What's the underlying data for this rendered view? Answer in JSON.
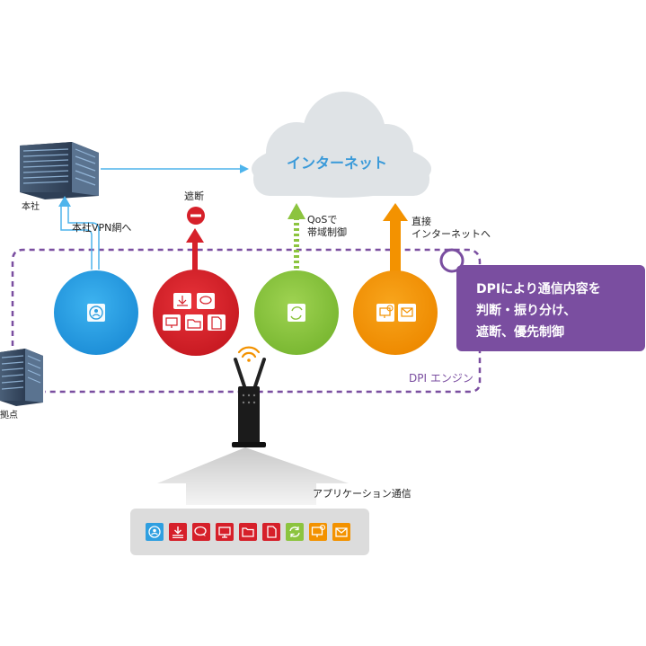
{
  "diagram": {
    "cloud": {
      "label": "インターネット"
    },
    "buildings": {
      "hq": {
        "label": "本社"
      },
      "branch": {
        "label": "拠点"
      }
    },
    "arrows": {
      "vpn": {
        "label": "本社VPN網へ"
      },
      "block": {
        "label": "遮断"
      },
      "qos": {
        "line1": "QoSで",
        "line2": "帯域制御"
      },
      "direct": {
        "line1": "直接",
        "line2": "インターネットへ"
      }
    },
    "callout": {
      "line1": "DPIにより通信内容を",
      "line2": "判断・振り分け、",
      "line3": "遮断、優先制御"
    },
    "engine": {
      "label": "DPI エンジン"
    },
    "traffic": {
      "label": "アプリケーション通信"
    },
    "colors": {
      "blue": "#2f9fe0",
      "red": "#d6202a",
      "green": "#8cc43f",
      "orange": "#f39200",
      "purple": "#7a4ea0",
      "cloud": "#dfe3e6"
    },
    "tray_icons": [
      {
        "name": "user-icon",
        "color": "#2f9fe0"
      },
      {
        "name": "download-icon",
        "color": "#d6202a"
      },
      {
        "name": "chat-icon",
        "color": "#d6202a"
      },
      {
        "name": "monitor-icon",
        "color": "#d6202a"
      },
      {
        "name": "folder-icon",
        "color": "#d6202a"
      },
      {
        "name": "document-icon",
        "color": "#d6202a"
      },
      {
        "name": "sync-icon",
        "color": "#8cc43f"
      },
      {
        "name": "remote-desktop-icon",
        "color": "#f39200"
      },
      {
        "name": "mail-icon",
        "color": "#f39200"
      }
    ]
  }
}
